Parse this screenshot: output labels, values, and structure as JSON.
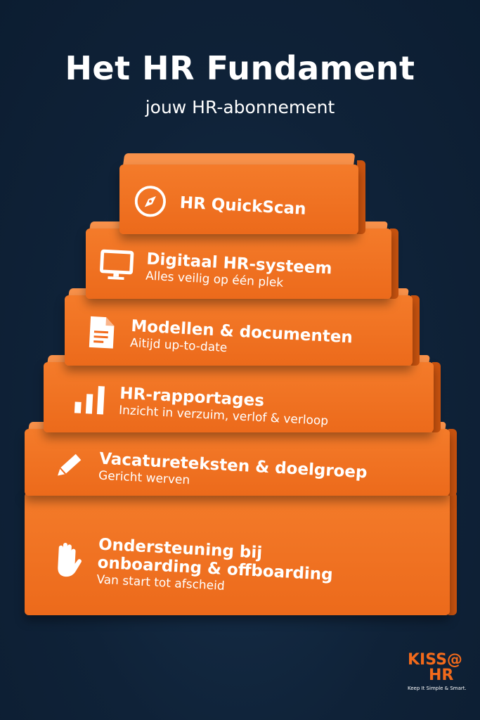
{
  "header": {
    "title": "Het HR Fundament",
    "subtitle": "jouw HR-abonnement"
  },
  "layers": [
    {
      "icon": "compass-icon",
      "title": "HR QuickScan",
      "subtitle": null
    },
    {
      "icon": "monitor-icon",
      "title": "Digitaal HR-systeem",
      "subtitle": "Alles veilig op één plek"
    },
    {
      "icon": "document-icon",
      "title": "Modellen & documenten",
      "subtitle": "Aitijd up-to-date"
    },
    {
      "icon": "bar-chart-icon",
      "title": "HR-rapportages",
      "subtitle": "Inzicht in verzuim, verlof & verloop"
    },
    {
      "icon": "pencil-icon",
      "title": "Vacatureteksten & doelgroep",
      "subtitle": "Gericht werven"
    },
    {
      "icon": "hand-icon",
      "title": "Ondersteuning bij onboarding & offboarding",
      "subtitle": "Van start tot afscheid"
    }
  ],
  "logo": {
    "line1": "KISS@",
    "line2": "HR",
    "tagline": "Keep It Simple & Smart."
  },
  "colors": {
    "background": "#0f2238",
    "orange": "#f26a1b",
    "text": "#ffffff"
  }
}
